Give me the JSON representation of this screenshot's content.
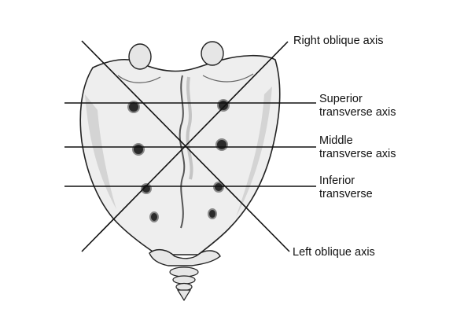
{
  "colors": {
    "bone_fill": "#eeeeee",
    "bone_shade": "#c9c9c9",
    "outline": "#222222",
    "axis_line": "#111111",
    "foramen": "#2a2a2a"
  },
  "labels": {
    "right_oblique": "Right oblique axis",
    "superior_line1": "Superior",
    "superior_line2": "transverse axis",
    "middle_line1": "Middle",
    "middle_line2": "transverse axis",
    "inferior_line1": "Inferior",
    "inferior_line2": "transverse",
    "left_oblique": "Left oblique axis"
  }
}
